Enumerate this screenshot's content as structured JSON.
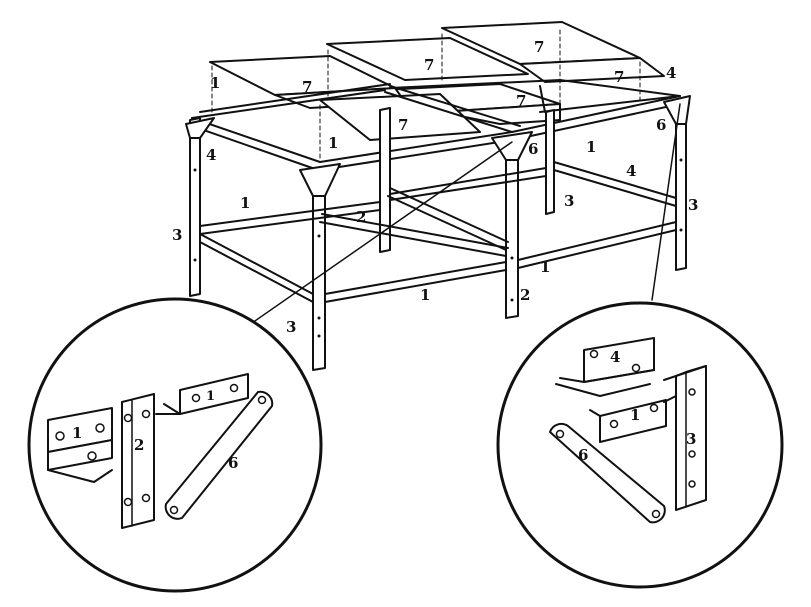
{
  "labels": {
    "shelf": "7",
    "long_rail": "1",
    "short_rail": "4",
    "mid_rail": "2",
    "leg": "3",
    "brace": "6"
  },
  "detail_left": {
    "rail_top": "1",
    "rail_left": "1",
    "post": "2",
    "brace": "6"
  },
  "detail_right": {
    "rail_top": "4",
    "rail_mid": "1",
    "post": "3",
    "brace": "6"
  }
}
